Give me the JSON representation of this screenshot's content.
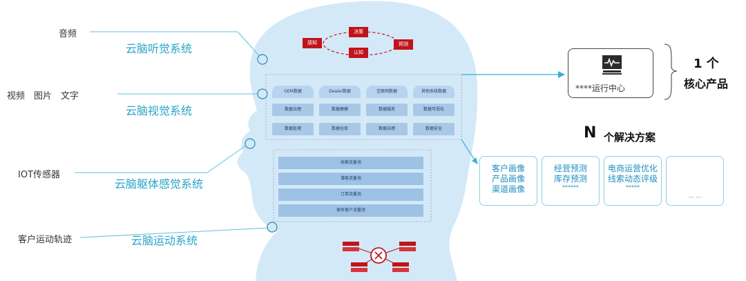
{
  "inputs": [
    "音频",
    "视频　图片　文字",
    "IOT传感器",
    "客户运动轨迹"
  ],
  "systems": [
    "云脑听觉系统",
    "云脑视觉系统",
    "云脑躯体感觉系统",
    "云脑运动系统"
  ],
  "cycle": {
    "perceive": "感知",
    "decide": "决策",
    "predict": "预测",
    "recognize": "认知"
  },
  "vision_grid": [
    [
      "OEM数据",
      "Dealer数据",
      "互联网数据",
      "其他系统数据"
    ],
    [
      "数据治理",
      "数据建模",
      "数据服务",
      "数据可视化"
    ],
    [
      "数据处理",
      "数据仓库",
      "数据治理",
      "数据安全"
    ]
  ],
  "somatic_bars": [
    "线索流量池",
    "潜客流量池",
    "订单流量池",
    "保有客户流量池"
  ],
  "core": {
    "box_label": "****运行中心",
    "count": "1 个",
    "label": "核心产品"
  },
  "solutions": {
    "count": "N",
    "title": "个解决方案",
    "cards": [
      {
        "lines": [
          "客户画像",
          "产品画像",
          "渠道画像"
        ],
        "stars": ""
      },
      {
        "lines": [
          "经营预测",
          "库存预测"
        ],
        "stars": "******"
      },
      {
        "lines": [
          "电商运营优化",
          "线索动态评级"
        ],
        "stars": "*****"
      },
      {
        "lines": [],
        "stars": "… …"
      }
    ]
  },
  "colors": {
    "head": "#d4e9f8",
    "accent": "#28a3c8",
    "red": "#c0141b",
    "cell": "#a8c8e6"
  }
}
